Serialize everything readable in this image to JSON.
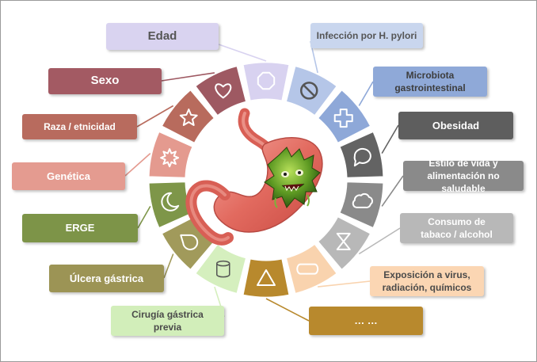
{
  "factors": [
    {
      "id": "edad",
      "label": "Edad",
      "icon": "octagon-icon",
      "box_color": "#d9d3f0",
      "text_color": "#555555",
      "segment_color": "#d8d2f0"
    },
    {
      "id": "hpylori",
      "label": "Infección por H. pylori",
      "icon": "prohibited-icon",
      "box_color": "#c9d6ee",
      "text_color": "#555555",
      "segment_color": "#b5c6e8"
    },
    {
      "id": "microbiota",
      "label": "Microbiota\ngastrointestinal",
      "icon": "cross-icon",
      "box_color": "#8fa9d8",
      "text_color": "#3d3d3d",
      "segment_color": "#8ea8d8"
    },
    {
      "id": "obesidad",
      "label": "Obesidad",
      "icon": "speech-bubble-icon",
      "box_color": "#5e5e5e",
      "text_color": "#ffffff",
      "segment_color": "#636363"
    },
    {
      "id": "estilo",
      "label": "Estilo de vida y\nalimentación no saludable",
      "icon": "cloud-icon",
      "box_color": "#8a8a8a",
      "text_color": "#ffffff",
      "segment_color": "#8a8a8a"
    },
    {
      "id": "tabaco",
      "label": "Consumo de\ntabaco / alcohol",
      "icon": "hourglass-icon",
      "box_color": "#b8b8b8",
      "text_color": "#ffffff",
      "segment_color": "#b8b8b8"
    },
    {
      "id": "exposicion",
      "label": "Exposición a virus,\nradiación, químicos",
      "icon": "scroll-icon",
      "box_color": "#fbd6b3",
      "text_color": "#4a4a4a",
      "segment_color": "#f9d3ae"
    },
    {
      "id": "otros",
      "label": "… …",
      "icon": "triangle-icon",
      "box_color": "#b8892d",
      "text_color": "#ffffff",
      "segment_color": "#b8892d"
    },
    {
      "id": "cirugia",
      "label": "Cirugía gástrica\nprevia",
      "icon": "cylinder-icon",
      "box_color": "#d2eeba",
      "text_color": "#4a4a4a",
      "segment_color": "#d5efbe"
    },
    {
      "id": "ulcera",
      "label": "Úlcera gástrica",
      "icon": "tear-icon",
      "box_color": "#9c9455",
      "text_color": "#ffffff",
      "segment_color": "#a19a5b"
    },
    {
      "id": "erge",
      "label": "ERGE",
      "icon": "moon-icon",
      "box_color": "#7d9448",
      "text_color": "#ffffff",
      "segment_color": "#7e9649"
    },
    {
      "id": "genetica",
      "label": "Genética",
      "icon": "explosion-icon",
      "box_color": "#e49b90",
      "text_color": "#ffffff",
      "segment_color": "#e49a8f"
    },
    {
      "id": "raza",
      "label": "Raza / etnicidad",
      "icon": "star-icon",
      "box_color": "#b86b5e",
      "text_color": "#ffffff",
      "segment_color": "#b86b5d"
    },
    {
      "id": "sexo",
      "label": "Sexo",
      "icon": "heart-icon",
      "box_color": "#a35a63",
      "text_color": "#ffffff",
      "segment_color": "#9e5962"
    }
  ]
}
